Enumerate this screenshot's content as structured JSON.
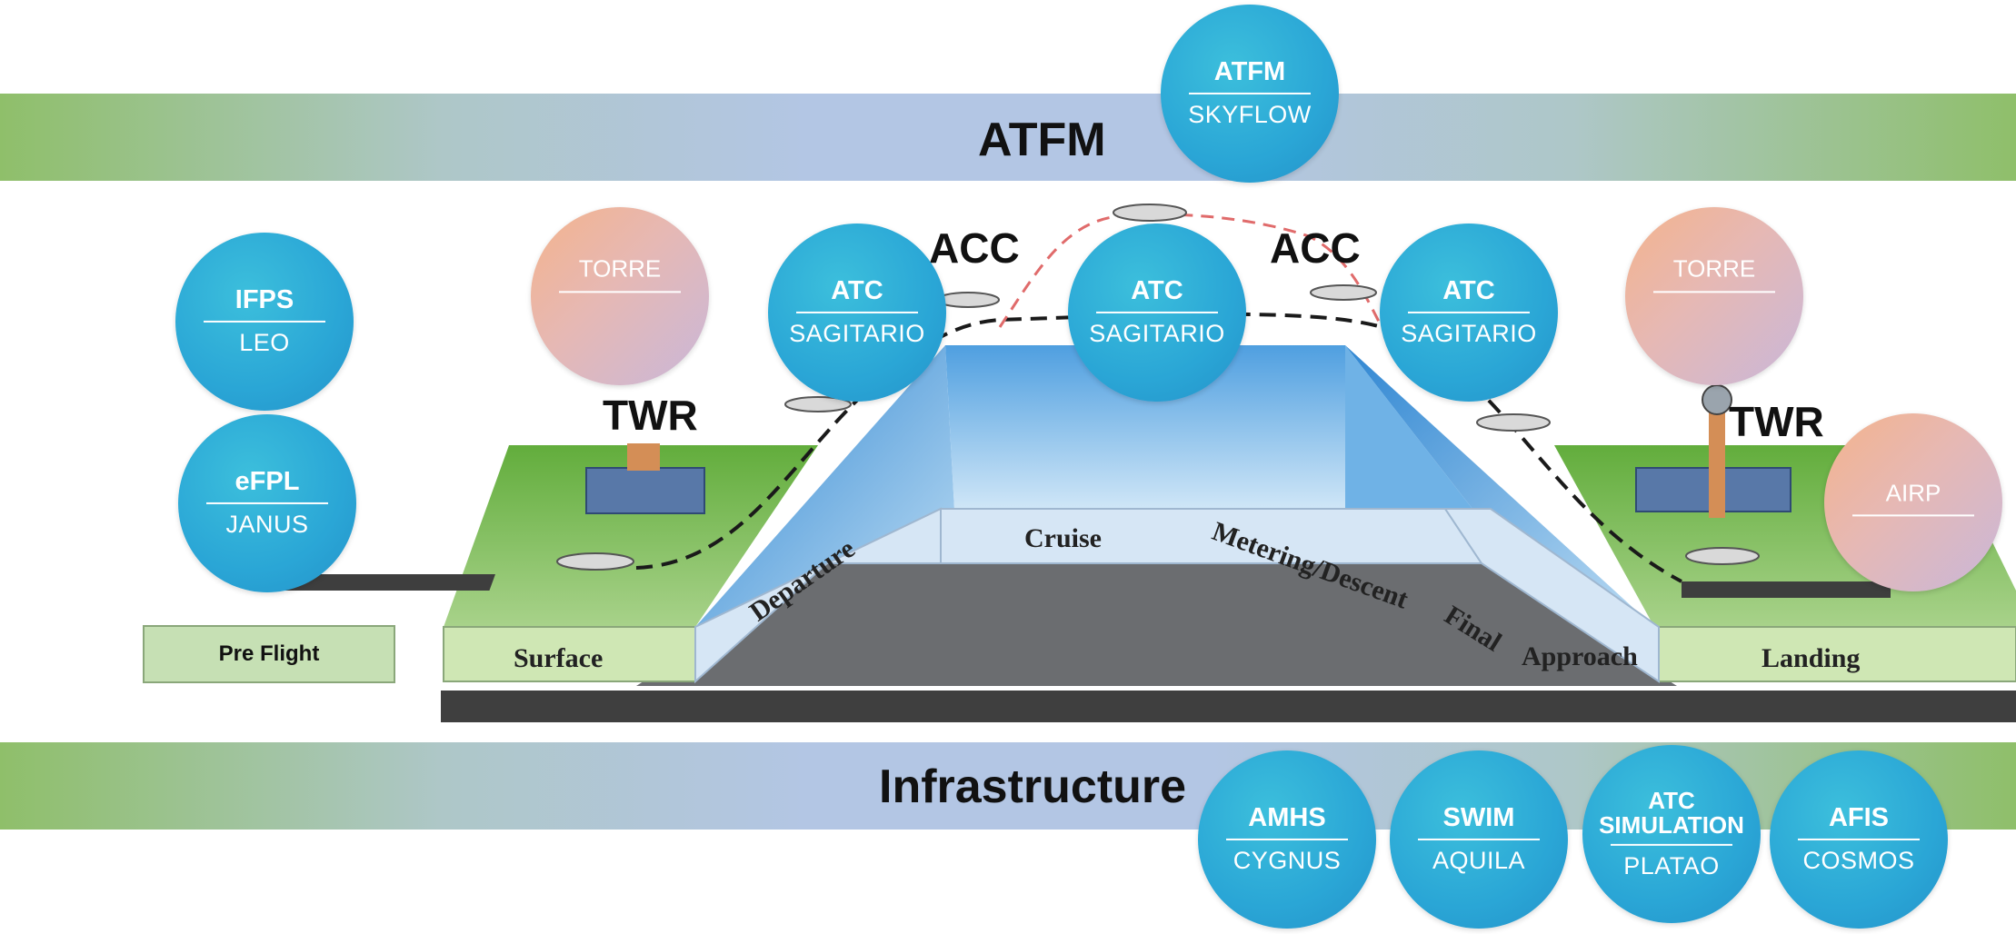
{
  "bands": {
    "top_label": "ATFM",
    "bottom_label": "Infrastructure"
  },
  "circles": {
    "atfm": {
      "top": "ATFM",
      "bottom": "SKYFLOW"
    },
    "ifps": {
      "top": "IFPS",
      "bottom": "LEO"
    },
    "efpl": {
      "top": "eFPL",
      "bottom": "JANUS"
    },
    "torre_left": {
      "top": "TORRE"
    },
    "atc_left": {
      "top": "ATC",
      "bottom": "SAGITARIO"
    },
    "atc_center": {
      "top": "ATC",
      "bottom": "SAGITARIO"
    },
    "atc_right": {
      "top": "ATC",
      "bottom": "SAGITARIO"
    },
    "torre_right": {
      "top": "TORRE"
    },
    "airp": {
      "top": "AIRP"
    },
    "amhs": {
      "top": "AMHS",
      "bottom": "CYGNUS"
    },
    "swim": {
      "top": "SWIM",
      "bottom": "AQUILA"
    },
    "atc_sim": {
      "top": "ATC SIMULATION",
      "bottom": "PLATAO"
    },
    "afis": {
      "top": "AFIS",
      "bottom": "COSMOS"
    }
  },
  "words": {
    "acc_left": "ACC",
    "acc_right": "ACC",
    "twr_left": "TWR",
    "twr_right": "TWR"
  },
  "phases": {
    "surface": "Surface",
    "departure": "Departure",
    "cruise": "Cruise",
    "descent": "Metering/Descent",
    "final": "Final",
    "approach": "Approach",
    "landing": "Landing"
  },
  "preflight": "Pre Flight",
  "colors": {
    "circle_blue": "#2aa6d6",
    "circle_peach": "#efb79c",
    "band_green": "#8fbf6a",
    "band_blue": "#b3c6e4"
  }
}
